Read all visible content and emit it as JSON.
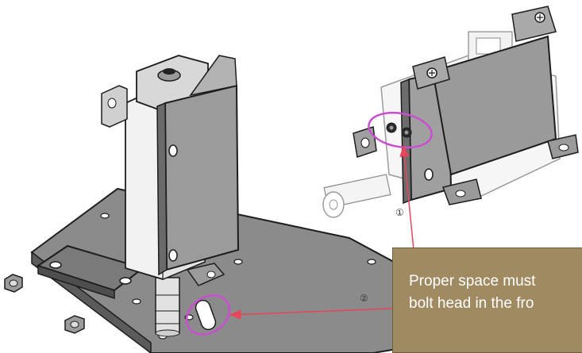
{
  "annotations": {
    "marker_1": "①",
    "marker_2": "②",
    "callout_line_1": "Proper space must",
    "callout_line_2": "bolt head in the fro"
  },
  "colors": {
    "highlight_ellipse": "#c94fd0",
    "arrow": "#e8455a",
    "callout_fill": "#a08a62",
    "base_plate": "#8a8a8a"
  }
}
